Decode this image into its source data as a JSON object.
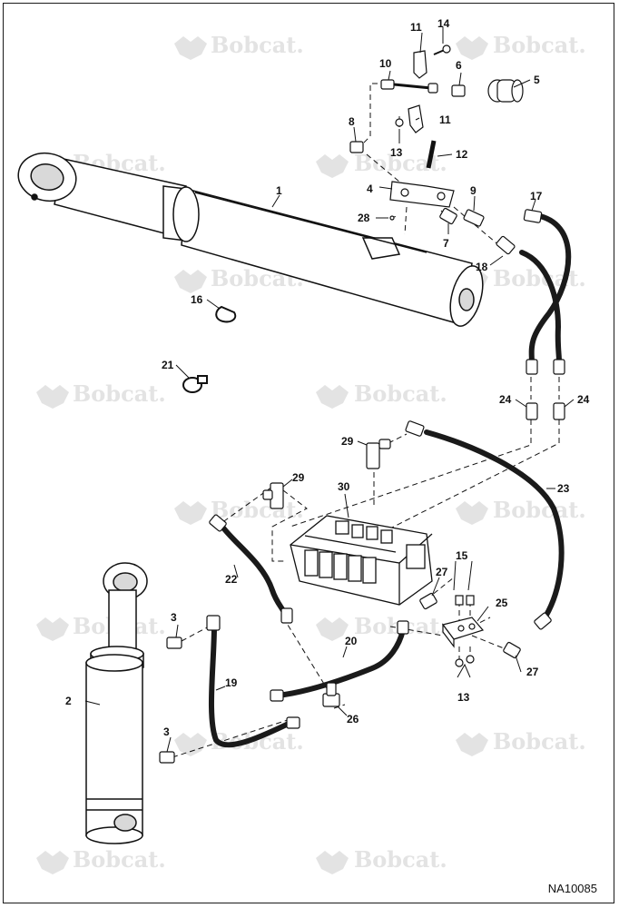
{
  "watermark": {
    "text": "Bobcat.",
    "color": "#e3e3e3"
  },
  "reference_code": "NA10085",
  "callouts": {
    "c1": "1",
    "c2": "2",
    "c3a": "3",
    "c3b": "3",
    "c4": "4",
    "c5": "5",
    "c6": "6",
    "c7": "7",
    "c8": "8",
    "c9": "9",
    "c10": "10",
    "c11a": "11",
    "c11b": "11",
    "c12": "12",
    "c13a": "13",
    "c13b": "13",
    "c14": "14",
    "c15": "15",
    "c16": "16",
    "c17": "17",
    "c18": "18",
    "c19": "19",
    "c20": "20",
    "c21": "21",
    "c22": "22",
    "c23": "23",
    "c24a": "24",
    "c24b": "24",
    "c25": "25",
    "c26": "26",
    "c27a": "27",
    "c27b": "27",
    "c28": "28",
    "c29a": "29",
    "c29b": "29",
    "c30": "30"
  },
  "colors": {
    "line": "#111111",
    "hose": "#1a1a1a",
    "fill": "#ffffff",
    "shade": "#d9d9d9"
  }
}
